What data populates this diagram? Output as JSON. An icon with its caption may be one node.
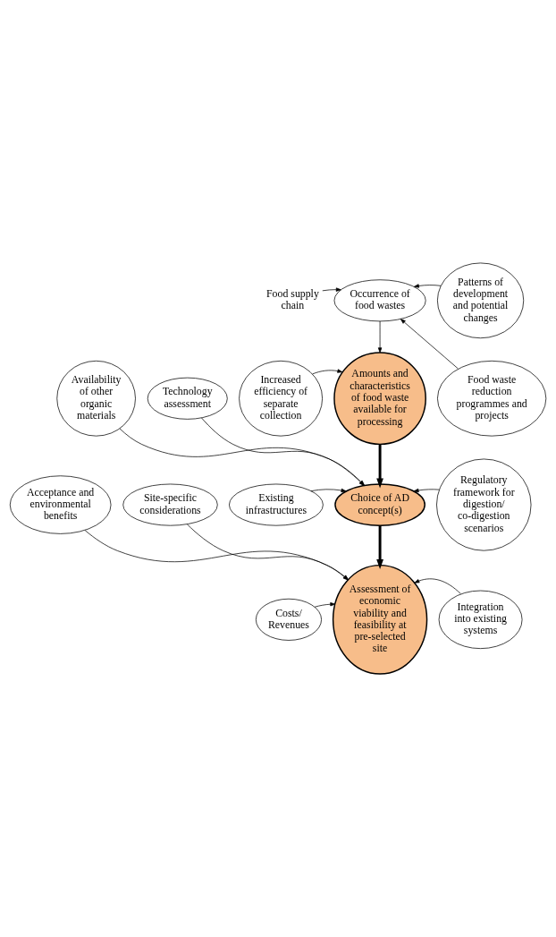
{
  "diagram": {
    "nodes": [
      {
        "text": [
          "Food supply chain"
        ]
      },
      {
        "text": [
          "Occurrence of food wastes"
        ]
      },
      {
        "text": [
          "Patterns of development and potential changes"
        ]
      },
      {
        "text": [
          "Increased efficiency of separate collection"
        ]
      },
      {
        "text": [
          "Amounts and characteristics of food waste available for processing"
        ]
      },
      {
        "text": [
          "Food waste reduction programmes and projects"
        ]
      },
      {
        "text": [
          "Availability of other organic materials"
        ]
      },
      {
        "text": [
          "Technology assessment"
        ]
      },
      {
        "text": [
          "Choice of AD concept(s)"
        ]
      },
      {
        "text": [
          "Existing infrastructures"
        ]
      },
      {
        "text": [
          "Regulatory framework for digestion/ co-digestion scenarios"
        ]
      },
      {
        "text": [
          "Assessment of economic viability and feasibility at pre-selected site"
        ]
      },
      {
        "text": [
          "Costs/ Revenues"
        ]
      },
      {
        "text": [
          "Integration into existing systems"
        ]
      },
      {
        "text": [
          "Acceptance and environmental benefits"
        ]
      },
      {
        "text": [
          "Site-specific considerations"
        ]
      }
    ],
    "edges": [
      {
        "from": 0,
        "to": 1,
        "arrow": "to"
      },
      {
        "from": 2,
        "to": 1,
        "arrow": "to"
      },
      {
        "from": 5,
        "to": 1,
        "arrow": "to"
      },
      {
        "from": 1,
        "to": 4,
        "arrow": "to"
      },
      {
        "from": 3,
        "to": 4,
        "arrow": "to"
      },
      {
        "from": 4,
        "to": 8,
        "arrow": "to",
        "style": "thick"
      },
      {
        "from": 6,
        "to": 8,
        "arrow": "to"
      },
      {
        "from": 7,
        "to": 8,
        "arrow": "to"
      },
      {
        "from": 9,
        "to": 8,
        "arrow": "to"
      },
      {
        "from": 10,
        "to": 8,
        "arrow": "to"
      },
      {
        "from": 8,
        "to": 11,
        "arrow": "to",
        "style": "thick"
      },
      {
        "from": 12,
        "to": 11,
        "arrow": "to"
      },
      {
        "from": 13,
        "to": 11,
        "arrow": "to"
      },
      {
        "from": 14,
        "to": 11,
        "arrow": "to"
      },
      {
        "from": 15,
        "to": 11,
        "arrow": "to"
      }
    ]
  }
}
